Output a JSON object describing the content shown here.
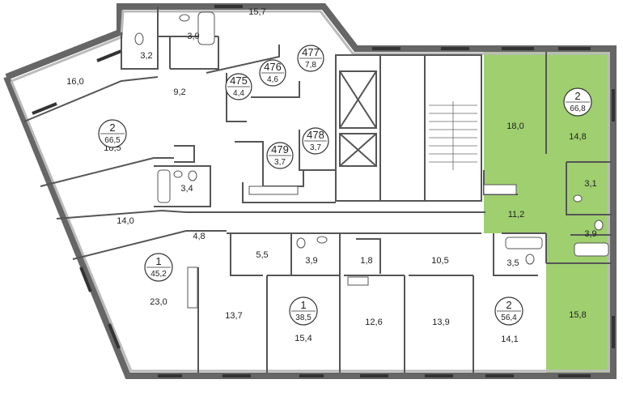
{
  "colors": {
    "highlight": "#9fcf6f",
    "wall": "#555555",
    "background": "#ffffff"
  },
  "rooms": [
    {
      "id": "r1",
      "label": "15,7"
    },
    {
      "id": "r2",
      "label": "3,9"
    },
    {
      "id": "r3",
      "label": "3,2"
    },
    {
      "id": "r4",
      "label": "16,0"
    },
    {
      "id": "r5",
      "label": "9,2"
    },
    {
      "id": "r6",
      "label": "18,5"
    },
    {
      "id": "r7",
      "label": "3,4"
    },
    {
      "id": "r8",
      "label": "14,0"
    },
    {
      "id": "r9",
      "label": "4,8"
    },
    {
      "id": "r10",
      "label": "23,0"
    },
    {
      "id": "r11",
      "label": "5,5"
    },
    {
      "id": "r12",
      "label": "3,9"
    },
    {
      "id": "r13",
      "label": "1,8"
    },
    {
      "id": "r14",
      "label": "10,5"
    },
    {
      "id": "r15",
      "label": "3,5"
    },
    {
      "id": "r16",
      "label": "13,7"
    },
    {
      "id": "r17",
      "label": "15,4"
    },
    {
      "id": "r18",
      "label": "12,6"
    },
    {
      "id": "r19",
      "label": "13,9"
    },
    {
      "id": "r20",
      "label": "14,1"
    },
    {
      "id": "r21",
      "label": "18,0"
    },
    {
      "id": "r22",
      "label": "14,8"
    },
    {
      "id": "r23",
      "label": "3,1"
    },
    {
      "id": "r24",
      "label": "11,2"
    },
    {
      "id": "r25",
      "label": "3,9"
    },
    {
      "id": "r26",
      "label": "15,8"
    }
  ],
  "badges": [
    {
      "id": "b1",
      "top": "2",
      "bottom": "66,5"
    },
    {
      "id": "b2",
      "top": "1",
      "bottom": "45,2"
    },
    {
      "id": "b3",
      "top": "1",
      "bottom": "38,5"
    },
    {
      "id": "b4",
      "top": "2",
      "bottom": "56,4"
    },
    {
      "id": "b5",
      "top": "2",
      "bottom": "66,8"
    },
    {
      "id": "b6",
      "top": "475",
      "bottom": "4,4"
    },
    {
      "id": "b7",
      "top": "476",
      "bottom": "4,6"
    },
    {
      "id": "b8",
      "top": "477",
      "bottom": "7,8"
    },
    {
      "id": "b9",
      "top": "478",
      "bottom": "3,7"
    },
    {
      "id": "b10",
      "top": "479",
      "bottom": "3,7"
    }
  ]
}
